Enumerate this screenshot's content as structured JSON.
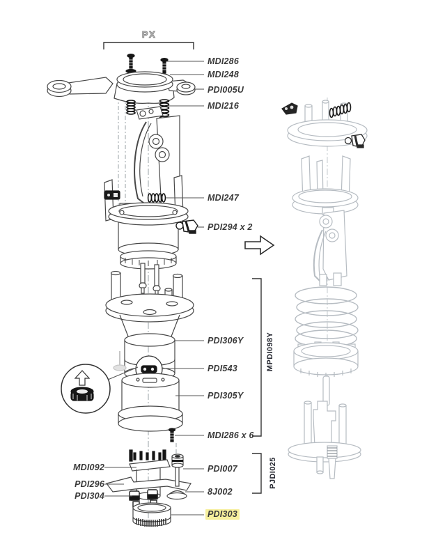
{
  "figure": {
    "type": "exploded-parts-diagram",
    "views": [
      "exploded-parts-view",
      "assembled-sequence-view"
    ],
    "highlighted_part": "PDI303",
    "highlight_color": "#f6ef9c",
    "colors": {
      "left_drawing_line": "#474747",
      "right_drawing_line": "#b6bcc2",
      "label_text": "#3a3a3a",
      "bracket_line": "#333333"
    }
  },
  "labels": {
    "px": "PX",
    "mdi286": "MDI286",
    "mdi248": "MDI248",
    "pdi005u": "PDI005U",
    "mdi216": "MDI216",
    "mdi247": "MDI247",
    "pdi294x2": "PDI294 x 2",
    "pdi306y": "PDI306Y",
    "pdi543": "PDI543",
    "pdi305y": "PDI305Y",
    "mdi286x6": "MDI286 x 6",
    "mdi092": "MDI092",
    "pdi296": "PDI296",
    "pdi304": "PDI304",
    "pdi007": "PDI007",
    "part_8j002": "8J002",
    "pdi303": "PDI303",
    "mpdi098y": "MPDI098Y",
    "pjdi025": "PJDI025"
  },
  "part_numbers": [
    "MDI286",
    "MDI248",
    "PDI005U",
    "MDI216",
    "MDI247",
    "PDI294 x 2",
    "PDI306Y",
    "PDI543",
    "PDI305Y",
    "MDI286 x 6",
    "MDI092",
    "PDI296",
    "PDI304",
    "PDI007",
    "8J002",
    "PDI303"
  ],
  "group_assemblies": [
    "MPDI098Y",
    "PJDI025"
  ]
}
